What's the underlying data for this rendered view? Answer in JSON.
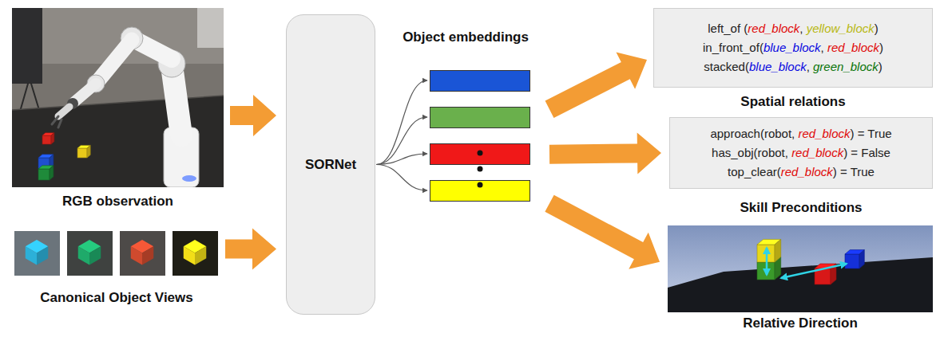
{
  "diagram": {
    "nodes": [
      {
        "text": [
          "RGB observation"
        ]
      },
      {
        "text": [
          "Canonical Object Views"
        ]
      },
      {
        "text": [
          "SORNet"
        ]
      },
      {
        "text": [
          "Object embeddings"
        ]
      },
      {
        "text": [
          "left_of (red_block, yellow_block)",
          "in_front_of(blue_block, red_block)",
          "stacked(blue_block, green_block)",
          "Spatial relations"
        ]
      },
      {
        "text": [
          "approach(robot, red_block) = True",
          "has_obj(robot, red_block) = False",
          "top_clear(red_block) = True",
          "Skill Preconditions"
        ]
      },
      {
        "text": [
          "Relative Direction"
        ]
      }
    ],
    "edges": [
      {
        "from": 0,
        "to": 2,
        "arrow": "to"
      },
      {
        "from": 1,
        "to": 2,
        "arrow": "to"
      },
      {
        "from": 2,
        "to": 3,
        "arrow": "to"
      },
      {
        "from": 3,
        "to": 4,
        "arrow": "to"
      },
      {
        "from": 3,
        "to": 5,
        "arrow": "to"
      },
      {
        "from": 3,
        "to": 6,
        "arrow": "to"
      }
    ]
  }
}
